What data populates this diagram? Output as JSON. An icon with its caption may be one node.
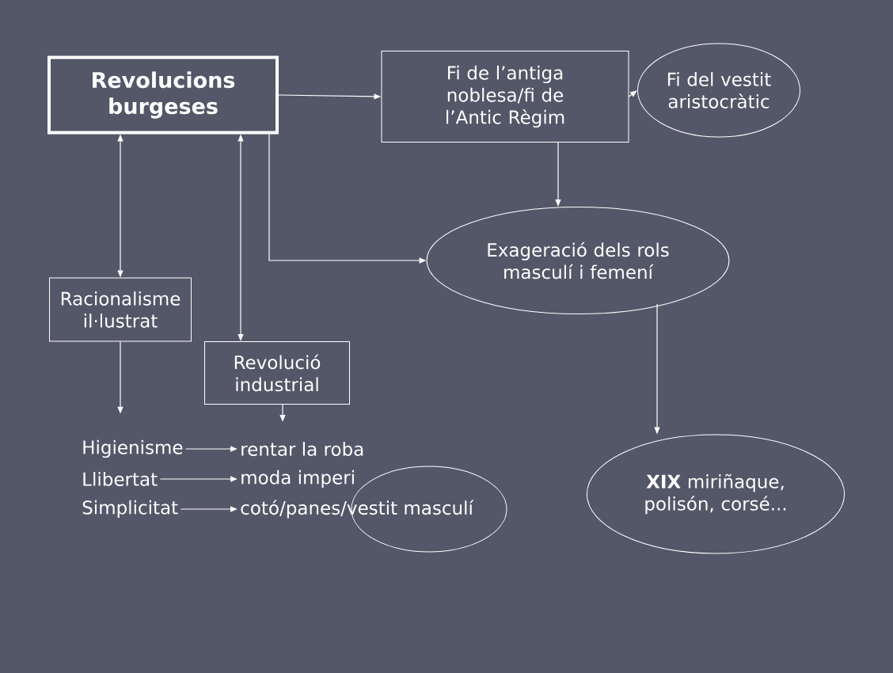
{
  "diagram": {
    "nodes": [
      {
        "text": [
          "Revolucions burgeses"
        ]
      },
      {
        "text": [
          "Fi de l’antiga noblesa/fi de l’Antic Règim"
        ]
      },
      {
        "text": [
          "Fi del vestit aristocràtic"
        ]
      },
      {
        "text": [
          "Racionalisme il·lustrat"
        ]
      },
      {
        "text": [
          "Revolució industrial"
        ]
      },
      {
        "text": [
          "Exageració dels rols masculí i femení"
        ]
      },
      {
        "text": [
          "**XIX** miriñaque, polisón, corsé..."
        ]
      },
      {
        "text": [
          "Higienisme"
        ]
      },
      {
        "text": [
          "Llibertat"
        ]
      },
      {
        "text": [
          "Simplicitat"
        ]
      },
      {
        "text": [
          "rentar la roba"
        ]
      },
      {
        "text": [
          "moda imperi"
        ]
      },
      {
        "text": [
          "cotó/panes/vestit masculí"
        ]
      },
      {
        "text": [],
        "shape": "ellipse"
      }
    ],
    "edges": [
      {
        "from": 0,
        "to": 1,
        "arrow": "to"
      },
      {
        "from": 1,
        "to": 2,
        "arrow": "to"
      },
      {
        "from": 1,
        "to": 5,
        "arrow": "to"
      },
      {
        "from": 0,
        "to": 5,
        "arrow": "to"
      },
      {
        "from": 0,
        "to": 3,
        "arrow": "both"
      },
      {
        "from": 0,
        "to": 4,
        "arrow": "both"
      },
      {
        "from": 3,
        "to": 7,
        "arrow": "to"
      },
      {
        "from": 4,
        "to": 10,
        "arrow": "to"
      },
      {
        "from": 5,
        "to": 6,
        "arrow": "to"
      },
      {
        "from": 7,
        "to": 10,
        "arrow": "to"
      },
      {
        "from": 8,
        "to": 11,
        "arrow": "to"
      },
      {
        "from": 9,
        "to": 12,
        "arrow": "to"
      }
    ]
  }
}
